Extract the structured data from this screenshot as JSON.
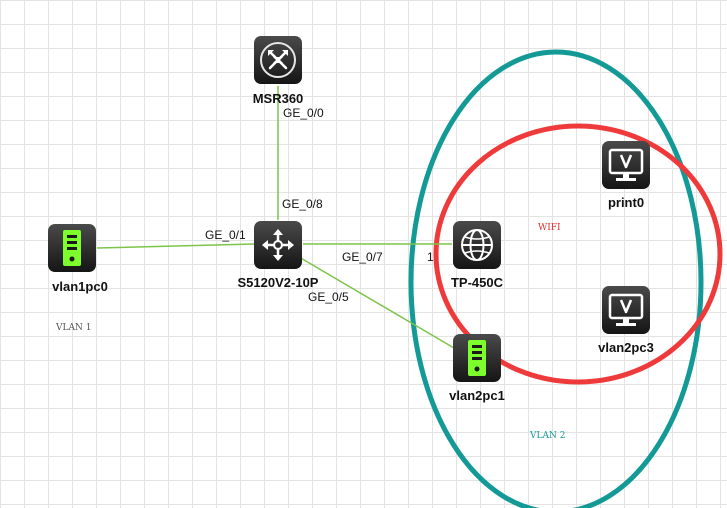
{
  "devices": {
    "router": {
      "label": "MSR360",
      "icon": "router-icon"
    },
    "switch": {
      "label": "S5120V2-10P",
      "icon": "switch-icon"
    },
    "ap": {
      "label": "TP-450C",
      "icon": "access-point-globe-icon"
    },
    "vlan1pc0": {
      "label": "vlan1pc0",
      "icon": "pc-icon"
    },
    "vlan2pc1": {
      "label": "vlan2pc1",
      "icon": "pc-icon"
    },
    "print0": {
      "label": "print0",
      "icon": "monitor-icon"
    },
    "vlan2pc3": {
      "label": "vlan2pc3",
      "icon": "monitor-icon"
    }
  },
  "ports": {
    "router_ge00": "GE_0/0",
    "switch_ge08": "GE_0/8",
    "switch_ge01": "GE_0/1",
    "switch_ge07": "GE_0/7",
    "switch_ge05": "GE_0/5",
    "ap_port": "1"
  },
  "notes": {
    "vlan1": "VLAN 1",
    "vlan2": "VLAN 2",
    "wifi": "WIFI"
  },
  "colors": {
    "link": "#7dc44a",
    "vlan2_zone": "#149a96",
    "wifi_zone": "#ee3a3a",
    "device_dark": "#2b2b2b",
    "pc_green": "#7cff2b",
    "vlan1_note": "#555555",
    "vlan2_note": "#139a96",
    "wifi_note": "#e03030"
  }
}
